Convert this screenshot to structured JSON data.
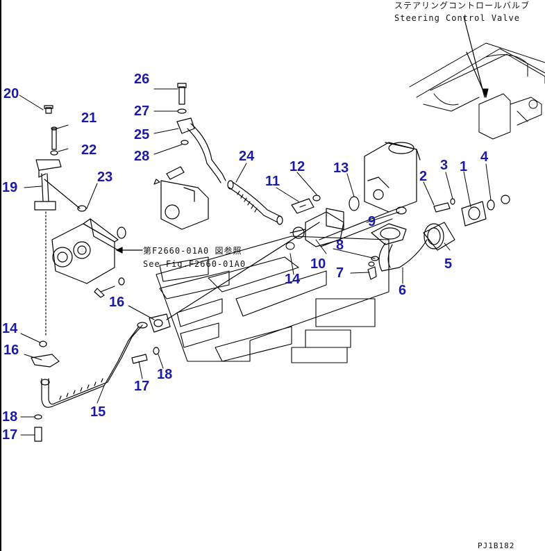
{
  "header": {
    "label_jp": "ステアリングコントロールバルブ",
    "label_en": "Steering Control Valve"
  },
  "reference_note": {
    "jp": "第F2660-01A0 図参照",
    "en": "See Fig.F2660-01A0"
  },
  "callouts": [
    {
      "id": "c1",
      "text": "1"
    },
    {
      "id": "c2",
      "text": "2"
    },
    {
      "id": "c3",
      "text": "3"
    },
    {
      "id": "c4",
      "text": "4"
    },
    {
      "id": "c5",
      "text": "5"
    },
    {
      "id": "c6",
      "text": "6"
    },
    {
      "id": "c7",
      "text": "7"
    },
    {
      "id": "c8",
      "text": "8"
    },
    {
      "id": "c9",
      "text": "9"
    },
    {
      "id": "c10",
      "text": "10"
    },
    {
      "id": "c11",
      "text": "11"
    },
    {
      "id": "c12",
      "text": "12"
    },
    {
      "id": "c13",
      "text": "13"
    },
    {
      "id": "c14a",
      "text": "14"
    },
    {
      "id": "c14b",
      "text": "14"
    },
    {
      "id": "c15",
      "text": "15"
    },
    {
      "id": "c16a",
      "text": "16"
    },
    {
      "id": "c16b",
      "text": "16"
    },
    {
      "id": "c17a",
      "text": "17"
    },
    {
      "id": "c17b",
      "text": "17"
    },
    {
      "id": "c18a",
      "text": "18"
    },
    {
      "id": "c18b",
      "text": "18"
    },
    {
      "id": "c19",
      "text": "19"
    },
    {
      "id": "c20",
      "text": "20"
    },
    {
      "id": "c21",
      "text": "21"
    },
    {
      "id": "c22",
      "text": "22"
    },
    {
      "id": "c23",
      "text": "23"
    },
    {
      "id": "c24",
      "text": "24"
    },
    {
      "id": "c25",
      "text": "25"
    },
    {
      "id": "c26",
      "text": "26"
    },
    {
      "id": "c27",
      "text": "27"
    },
    {
      "id": "c28",
      "text": "28"
    }
  ],
  "drawing_code": "PJ1B182",
  "colors": {
    "callout": "#1a1aa8",
    "line": "#000000",
    "background": "#ffffff"
  }
}
